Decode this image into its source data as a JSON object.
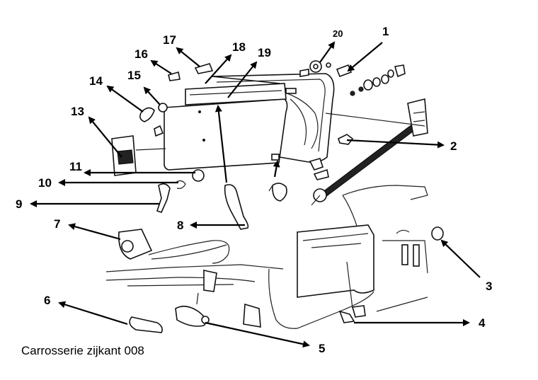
{
  "caption": "Carrosserie zijkant 008",
  "callouts": {
    "c1": "1",
    "c2": "2",
    "c3": "3",
    "c4": "4",
    "c5": "5",
    "c6": "6",
    "c7": "7",
    "c8": "8",
    "c9": "9",
    "c10": "10",
    "c11": "11",
    "c13": "13",
    "c14": "14",
    "c15": "15",
    "c16": "16",
    "c17": "17",
    "c18": "18",
    "c19": "19",
    "c20": "20"
  }
}
